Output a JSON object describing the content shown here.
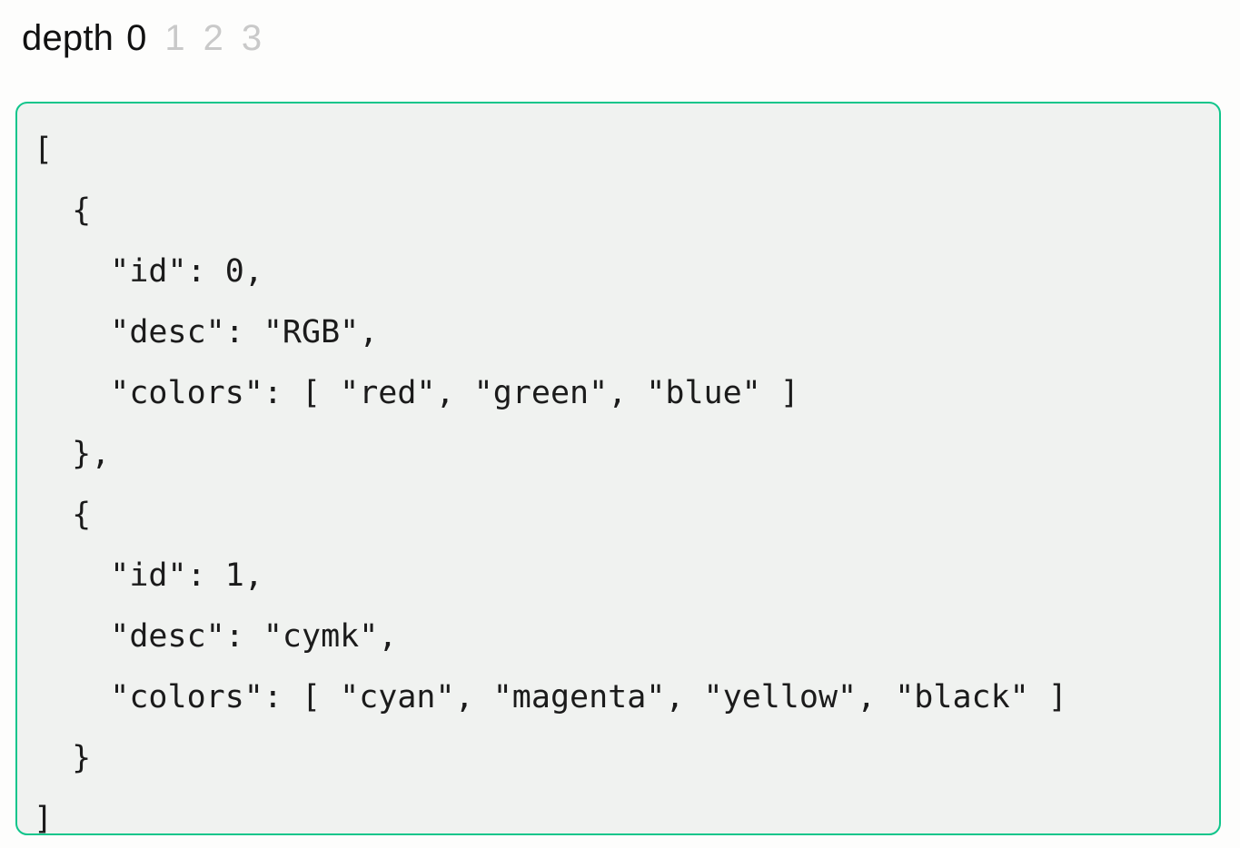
{
  "depth_control": {
    "label": "depth",
    "options": [
      {
        "value": "0",
        "selected": true
      },
      {
        "value": "1",
        "selected": false
      },
      {
        "value": "2",
        "selected": false
      },
      {
        "value": "3",
        "selected": false
      }
    ],
    "selected_value": "0"
  },
  "colors": {
    "page_background": "#fdfdfc",
    "code_background": "#f0f2f0",
    "code_border": "#10c58b",
    "code_text": "#1b1b1b",
    "depth_selected": "#111111",
    "depth_unselected": "#c9c9c9"
  },
  "code_block": {
    "language": "json",
    "lines": [
      "[",
      "  {",
      "    \"id\": 0,",
      "    \"desc\": \"RGB\",",
      "    \"colors\": [ \"red\", \"green\", \"blue\" ]",
      "  },",
      "  {",
      "    \"id\": 1,",
      "    \"desc\": \"cymk\",",
      "    \"colors\": [ \"cyan\", \"magenta\", \"yellow\", \"black\" ]",
      "  }",
      "]"
    ],
    "parsed_value": [
      {
        "id": 0,
        "desc": "RGB",
        "colors": [
          "red",
          "green",
          "blue"
        ]
      },
      {
        "id": 1,
        "desc": "cymk",
        "colors": [
          "cyan",
          "magenta",
          "yellow",
          "black"
        ]
      }
    ]
  }
}
